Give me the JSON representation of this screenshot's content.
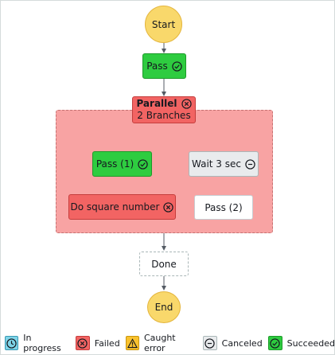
{
  "nodes": {
    "start": "Start",
    "pass": "Pass",
    "parallel_title": "Parallel",
    "parallel_sub": "2 Branches",
    "pass1": "Pass (1)",
    "wait": "Wait 3 sec",
    "do_square": "Do square number",
    "pass2": "Pass (2)",
    "done": "Done",
    "end": "End"
  },
  "legend": {
    "in_progress": "In progress",
    "failed": "Failed",
    "caught_error": "Caught error",
    "canceled": "Canceled",
    "succeeded": "Succeeded"
  },
  "colors": {
    "succeeded": "#2ecc40",
    "failed": "#f26463",
    "canceled": "#e9ebed",
    "in_progress": "#7fd4e8",
    "caught_error": "#f9c22e",
    "terminal": "#f9d86b"
  }
}
